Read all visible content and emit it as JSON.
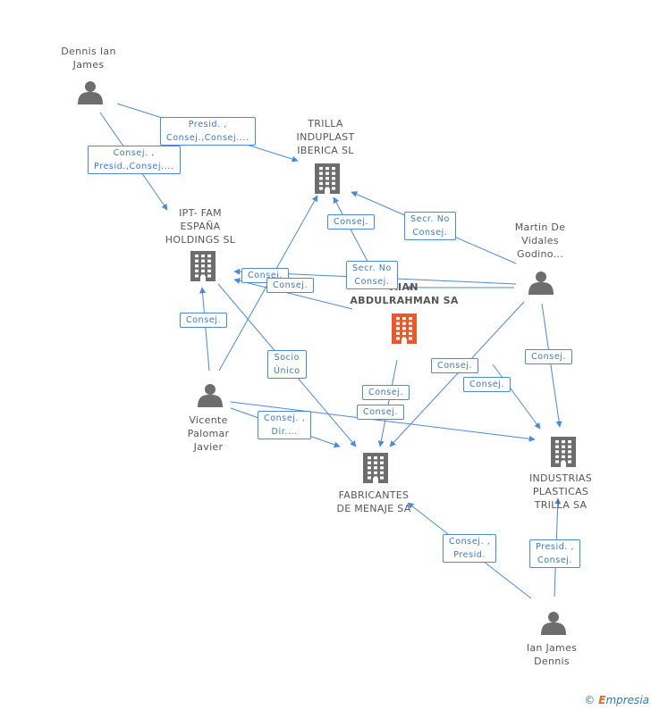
{
  "diagram": {
    "nodes": [
      {
        "id": "dennis_ian_james",
        "kind": "person",
        "lines": [
          "Dennis Ian",
          "James"
        ]
      },
      {
        "id": "trilla_induplast",
        "kind": "company",
        "lines": [
          "TRILLA",
          "INDUPLAST",
          "IBERICA SL"
        ]
      },
      {
        "id": "ipt_fam",
        "kind": "company",
        "lines": [
          "IPT- FAM",
          "ESPAÑA",
          "HOLDINGS SL"
        ]
      },
      {
        "id": "martin_de_vidales",
        "kind": "person",
        "lines": [
          "Martin De",
          "Vidales",
          "Godino..."
        ]
      },
      {
        "id": "abdulrahman",
        "kind": "company",
        "focus": true,
        "lines": [
          "AIAN",
          "ABDULRAHMAN SA"
        ]
      },
      {
        "id": "vicente_palomar",
        "kind": "person",
        "lines": [
          "Vicente",
          "Palomar",
          "Javier"
        ]
      },
      {
        "id": "fabricantes",
        "kind": "company",
        "lines": [
          "FABRICANTES",
          "DE MENAJE SA"
        ]
      },
      {
        "id": "industrias_plasticas",
        "kind": "company",
        "lines": [
          "INDUSTRIAS",
          "PLASTICAS",
          "TRILLA SA"
        ]
      },
      {
        "id": "ian_james_dennis",
        "kind": "person",
        "lines": [
          "Ian James",
          "Dennis"
        ]
      }
    ],
    "edge_labels": [
      [
        "Presid. ,",
        "Consej.,Consej...."
      ],
      [
        "Consej. ,",
        "Presid.,Consej...."
      ],
      [
        "Consej."
      ],
      [
        "Secr.  No",
        "Consej."
      ],
      [
        "Consej."
      ],
      [
        "Secr.  No",
        "Consej."
      ],
      [
        "Consej."
      ],
      [
        "Consej."
      ],
      [
        "Socio",
        "Único"
      ],
      [
        "Consej."
      ],
      [
        "Consej."
      ],
      [
        "Consej."
      ],
      [
        "Consej."
      ],
      [
        "Consej."
      ],
      [
        "Consej. ,",
        "Dir...."
      ],
      [
        "Consej. ,",
        "Presid."
      ],
      [
        "Presid. ,",
        "Consej."
      ]
    ]
  },
  "colors": {
    "edge": "#4a8ad4",
    "icon": "#6d6d6d",
    "focus_icon": "#e8592b"
  },
  "brand": {
    "copyright": "©",
    "first_letter": "E",
    "rest": "mpresia"
  }
}
